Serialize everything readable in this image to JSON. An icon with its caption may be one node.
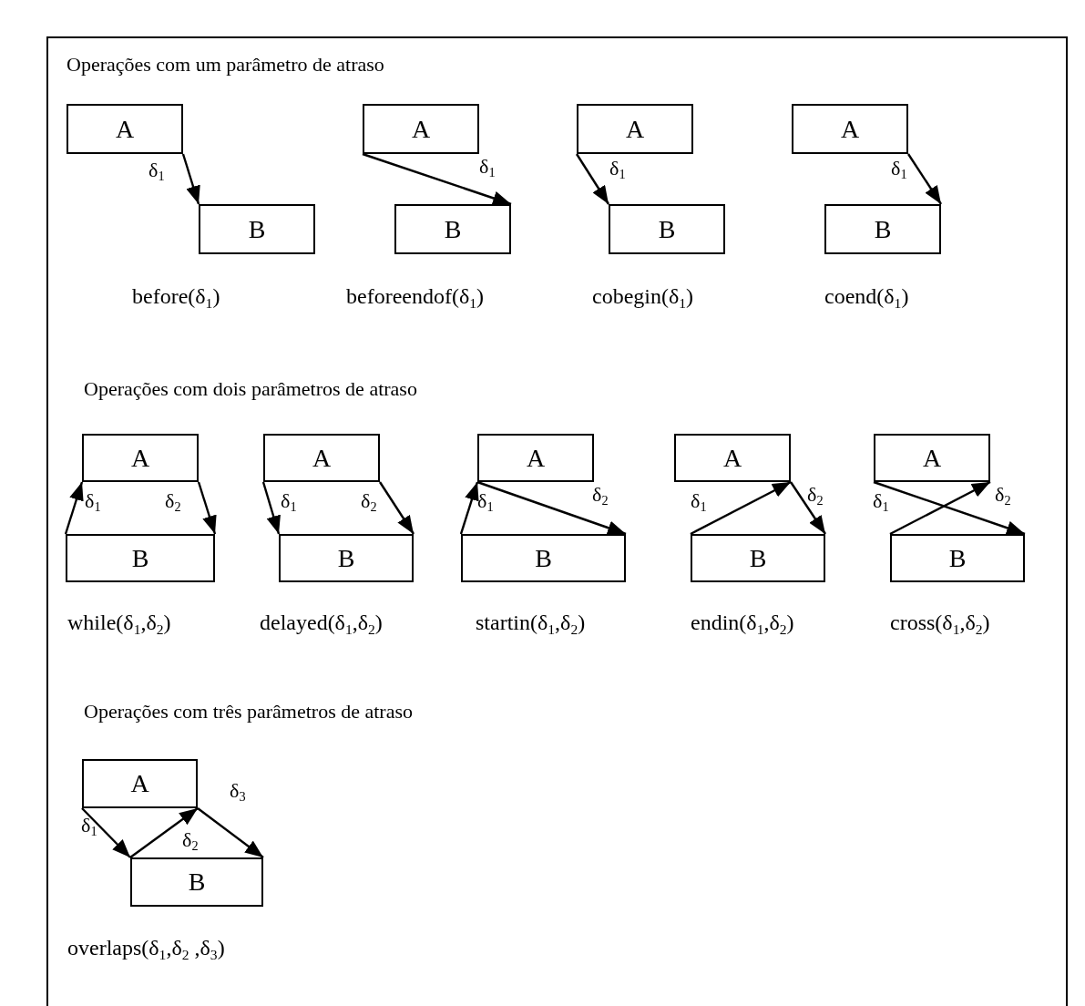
{
  "diagram": {
    "nodes": [
      {
        "text": [
          "A"
        ]
      },
      {
        "text": [
          "B"
        ]
      },
      {
        "text": [
          "A"
        ]
      },
      {
        "text": [
          "B"
        ]
      },
      {
        "text": [
          "A"
        ]
      },
      {
        "text": [
          "B"
        ]
      },
      {
        "text": [
          "A"
        ]
      },
      {
        "text": [
          "B"
        ]
      },
      {
        "text": [
          "A"
        ]
      },
      {
        "text": [
          "B"
        ]
      },
      {
        "text": [
          "A"
        ]
      },
      {
        "text": [
          "B"
        ]
      },
      {
        "text": [
          "A"
        ]
      },
      {
        "text": [
          "B"
        ]
      },
      {
        "text": [
          "A"
        ]
      },
      {
        "text": [
          "B"
        ]
      },
      {
        "text": [
          "A"
        ]
      },
      {
        "text": [
          "B"
        ]
      },
      {
        "text": [
          "A"
        ]
      },
      {
        "text": [
          "B"
        ]
      }
    ],
    "edges": [
      {
        "from": 0,
        "to": 1,
        "arrow": "to",
        "label": "δ$_{1}$"
      },
      {
        "from": 2,
        "to": 3,
        "arrow": "to",
        "label": "δ$_{1}$"
      },
      {
        "from": 4,
        "to": 5,
        "arrow": "to",
        "label": "δ$_{1}$"
      },
      {
        "from": 6,
        "to": 7,
        "arrow": "to",
        "label": "δ$_{1}$"
      },
      {
        "from": 9,
        "to": 8,
        "arrow": "to",
        "label": "δ$_{1}$"
      },
      {
        "from": 8,
        "to": 9,
        "arrow": "to",
        "label": "δ$_{2}$"
      },
      {
        "from": 10,
        "to": 11,
        "arrow": "to",
        "label": "δ$_{1}$"
      },
      {
        "from": 10,
        "to": 11,
        "arrow": "to",
        "label": "δ$_{2}$"
      },
      {
        "from": 13,
        "to": 12,
        "arrow": "to",
        "label": "δ$_{1}$"
      },
      {
        "from": 12,
        "to": 13,
        "arrow": "to",
        "label": "δ$_{2}$"
      },
      {
        "from": 15,
        "to": 14,
        "arrow": "to",
        "label": "δ$_{1}$"
      },
      {
        "from": 14,
        "to": 15,
        "arrow": "to",
        "label": "δ$_{2}$"
      },
      {
        "from": 16,
        "to": 17,
        "arrow": "to",
        "label": "δ$_{1}$"
      },
      {
        "from": 17,
        "to": 16,
        "arrow": "to",
        "label": "δ$_{2}$"
      },
      {
        "from": 18,
        "to": 19,
        "arrow": "to",
        "label": "δ$_{1}$"
      },
      {
        "from": 19,
        "to": 18,
        "arrow": "to",
        "label": "δ$_{2}$"
      },
      {
        "from": 18,
        "to": 19,
        "arrow": "to",
        "label": "δ$_{3}$"
      }
    ],
    "labels": [
      "Operações com um parâmetro de atraso",
      "before(δ$_{1}$)",
      "beforeendof(δ$_{1}$)",
      "cobegin(δ$_{1}$)",
      "coend(δ$_{1}$)",
      "Operações com dois parâmetros de atraso",
      "while(δ$_{1}$,δ$_{2}$)",
      "delayed(δ$_{1}$,δ$_{2}$)",
      "startin(δ$_{1}$,δ$_{2}$)",
      "endin(δ$_{1}$,δ$_{2}$)",
      "cross(δ$_{1}$,δ$_{2}$)",
      "Operações com três parâmetros de atraso",
      "overlaps(δ$_{1}$,δ$_{2}$ ,δ$_{3}$)"
    ]
  }
}
